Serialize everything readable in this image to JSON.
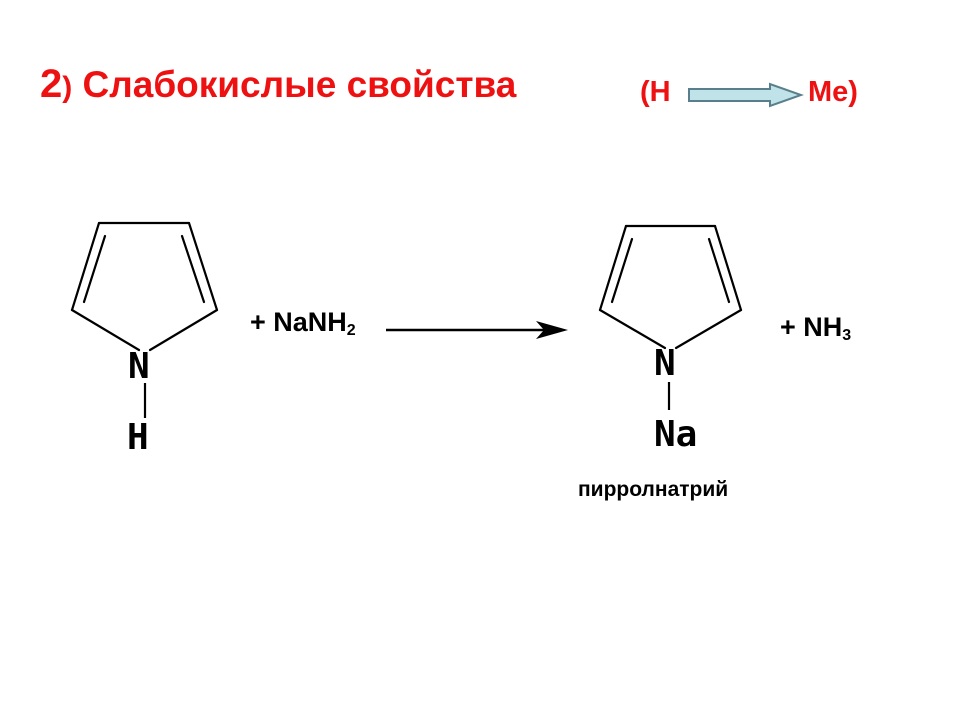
{
  "title": {
    "number": "2",
    "close_paren": ")",
    "text": " Слабокислые свойства"
  },
  "transform": {
    "from": "(H",
    "to": "Me)"
  },
  "reaction": {
    "reagent_prefix": "+ NaNH",
    "reagent_sub": "2",
    "product_prefix": "+  NH",
    "product_sub": "3"
  },
  "reactant": {
    "ring_atom": "N",
    "substituent": "H"
  },
  "product": {
    "ring_atom": "N",
    "substituent": "Na",
    "name": "пирролнатрий"
  },
  "colors": {
    "title": "#ee1111",
    "text": "#000000",
    "hme_arrow_fill": "#bfe3e8",
    "hme_arrow_stroke": "#5a7f8c"
  }
}
